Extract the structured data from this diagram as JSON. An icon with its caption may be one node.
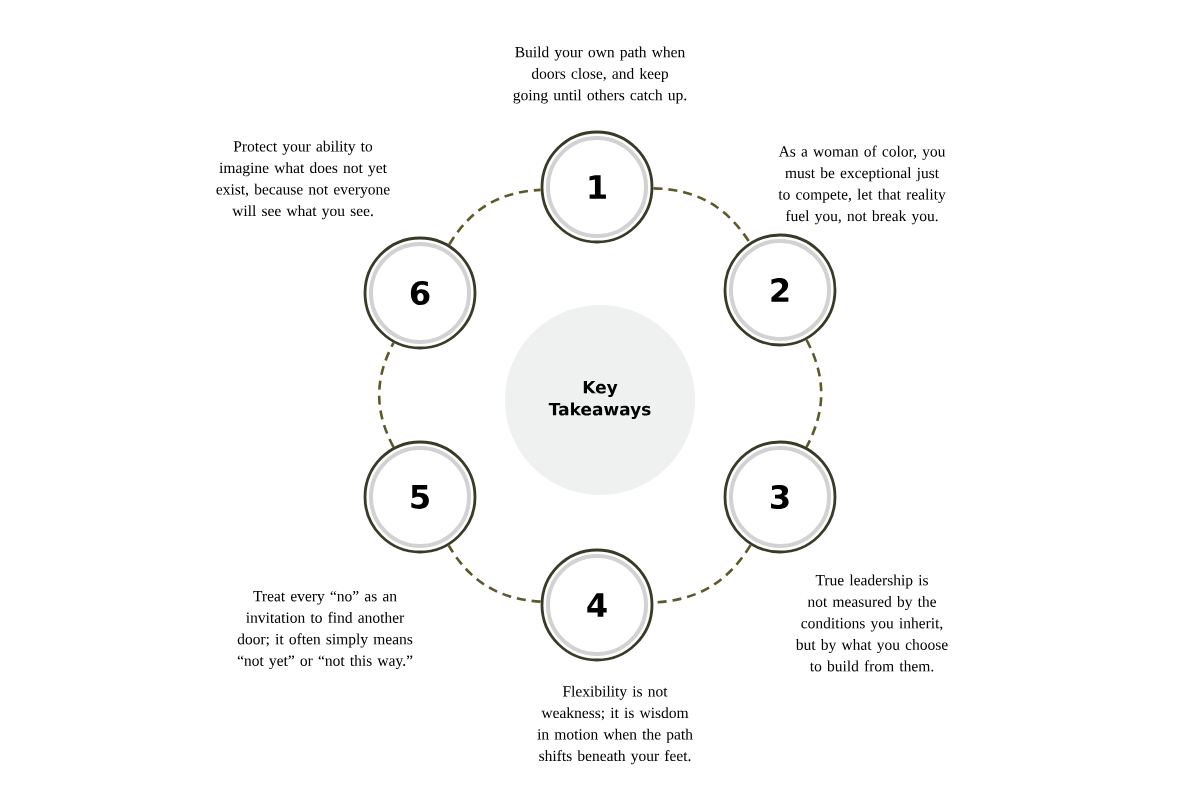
{
  "diagram": {
    "nodes": [
      {
        "text": [
          "Key Takeaways"
        ]
      },
      {
        "text": [
          "1"
        ],
        "beside": [
          "Build your own path when doors close, and keep going until others catch up."
        ]
      },
      {
        "text": [
          "2"
        ],
        "beside": [
          "As a woman of color, you must be exceptional just to compete, let that reality fuel you, not break you."
        ]
      },
      {
        "text": [
          "3"
        ],
        "beside": [
          "True leadership is not measured by the conditions you inherit, but by what you choose to build from them."
        ]
      },
      {
        "text": [
          "4"
        ],
        "beside": [
          "Flexibility is not weakness; it is wisdom in motion when the path shifts beneath your feet."
        ]
      },
      {
        "text": [
          "5"
        ],
        "beside": [
          "Treat every “no” as an invitation to find another door; it often simply means “not yet” or “not this way.”"
        ]
      },
      {
        "text": [
          "6"
        ],
        "beside": [
          "Protect your ability to imagine what does not yet exist, because not everyone will see what you see."
        ]
      }
    ],
    "edges": [
      {
        "from": 1,
        "to": 2,
        "arrow": "none",
        "style": "dashed"
      },
      {
        "from": 2,
        "to": 3,
        "arrow": "none",
        "style": "dashed"
      },
      {
        "from": 3,
        "to": 4,
        "arrow": "none",
        "style": "dashed"
      },
      {
        "from": 4,
        "to": 5,
        "arrow": "none",
        "style": "dashed"
      },
      {
        "from": 5,
        "to": 6,
        "arrow": "none",
        "style": "dashed"
      },
      {
        "from": 6,
        "to": 1,
        "arrow": "none",
        "style": "dashed"
      }
    ]
  }
}
